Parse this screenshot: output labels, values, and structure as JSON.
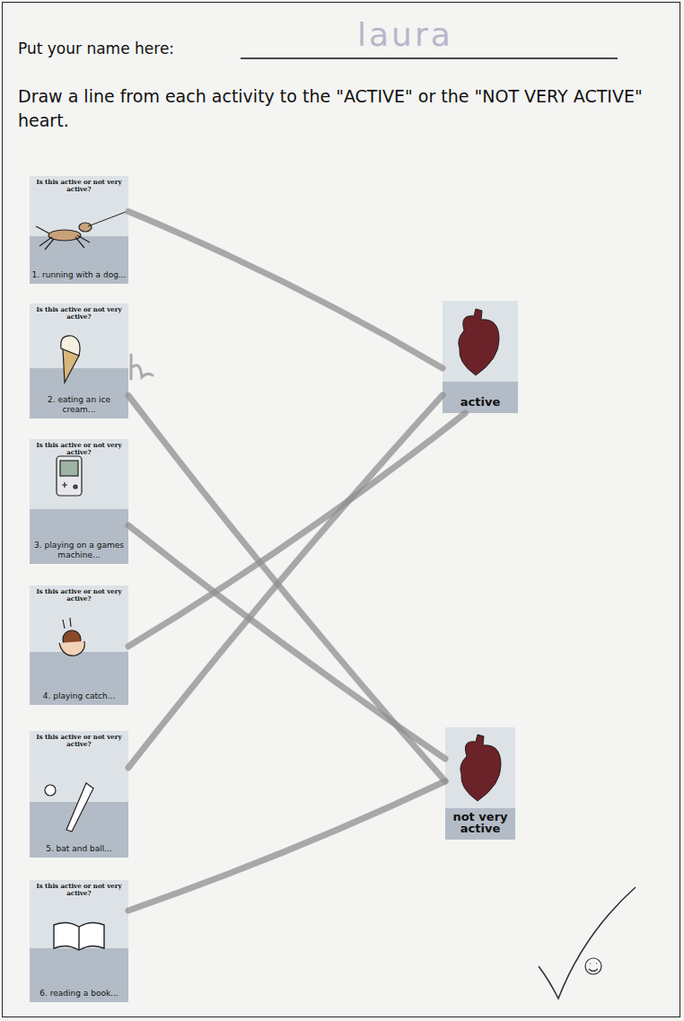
{
  "diagram": {
    "title": "Draw a line from each activity to the \"ACTIVE\" or the \"NOT VERY ACTIVE\" heart.",
    "nodes": [
      {
        "text": [
          "Is this active or not very active?",
          "1. running with a dog..."
        ]
      },
      {
        "text": [
          "Is this active or not very active?",
          "2. eating an ice cream..."
        ]
      },
      {
        "text": [
          "Is this active or not very active?",
          "3. playing on a games machine..."
        ]
      },
      {
        "text": [
          "Is this active or not very active?",
          "4. playing catch..."
        ]
      },
      {
        "text": [
          "Is this active or not very active?",
          "5. bat and ball..."
        ]
      },
      {
        "text": [
          "Is this active or not very active?",
          "6. reading a book..."
        ]
      },
      {
        "text": [
          "active"
        ]
      },
      {
        "text": [
          "not very active"
        ]
      }
    ],
    "edges": [
      {
        "from": 0,
        "to": 6,
        "arrow": "none"
      },
      {
        "from": 1,
        "to": 7,
        "arrow": "none"
      },
      {
        "from": 2,
        "to": 7,
        "arrow": "none"
      },
      {
        "from": 3,
        "to": 6,
        "arrow": "none"
      },
      {
        "from": 4,
        "to": 6,
        "arrow": "none"
      },
      {
        "from": 5,
        "to": 7,
        "arrow": "none"
      }
    ],
    "labels": [
      "Put your name here:",
      "laura"
    ]
  }
}
